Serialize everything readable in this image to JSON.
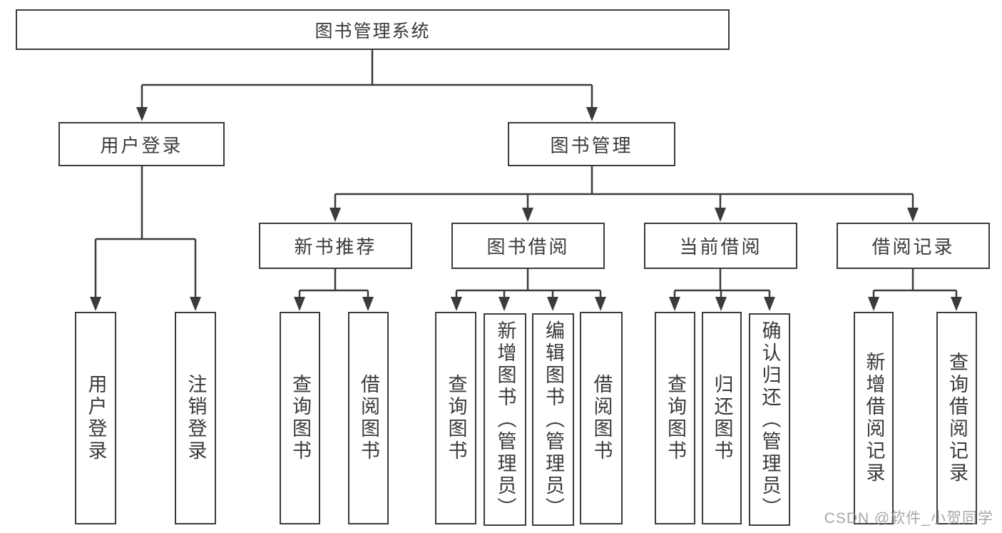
{
  "diagram": {
    "type": "hierarchy-tree",
    "root": {
      "label": "图书管理系统"
    },
    "branches": [
      {
        "label": "用户登录",
        "children": [
          {
            "label": "用户登录"
          },
          {
            "label": "注销登录"
          }
        ]
      },
      {
        "label": "图书管理",
        "children": [
          {
            "label": "新书推荐",
            "children": [
              {
                "label": "查询图书"
              },
              {
                "label": "借阅图书"
              }
            ]
          },
          {
            "label": "图书借阅",
            "children": [
              {
                "label": "查询图书"
              },
              {
                "label": "新增图书（管理员）"
              },
              {
                "label": "编辑图书（管理员）"
              },
              {
                "label": "借阅图书"
              }
            ]
          },
          {
            "label": "当前借阅",
            "children": [
              {
                "label": "查询图书"
              },
              {
                "label": "归还图书"
              },
              {
                "label": "确认归还（管理员）"
              }
            ]
          },
          {
            "label": "借阅记录",
            "children": [
              {
                "label": "新增借阅记录"
              },
              {
                "label": "查询借阅记录"
              }
            ]
          }
        ]
      }
    ]
  },
  "watermark": {
    "text": "CSDN @软件_小贺同学"
  },
  "colors": {
    "line": "#3b3b3b",
    "text": "#3a3a3a",
    "background": "#ffffff",
    "watermark": "#969696"
  }
}
